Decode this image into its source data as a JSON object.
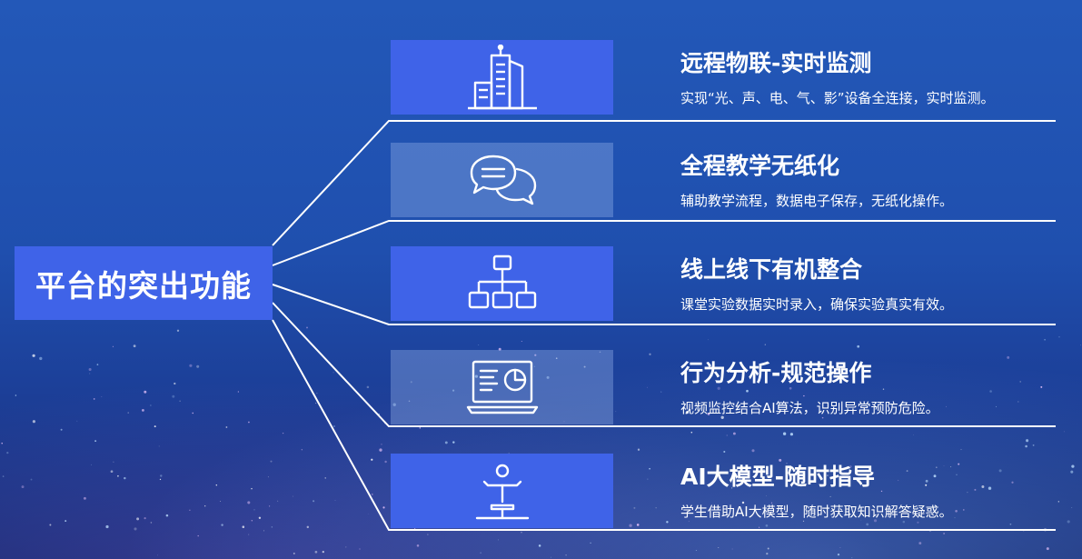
{
  "main_title": "平台的突出功能",
  "features": [
    {
      "title": "远程物联-实时监测",
      "desc": "实现“光、声、电、气、影”设备全连接，实时监测。",
      "icon": "building-icon",
      "style": "solid"
    },
    {
      "title": "全程教学无纸化",
      "desc": "辅助教学流程，数据电子保存，无纸化操作。",
      "icon": "chat-bubbles-icon",
      "style": "faded"
    },
    {
      "title": "线上线下有机整合",
      "desc": "课堂实验数据实时录入，确保实验真实有效。",
      "icon": "hierarchy-icon",
      "style": "solid"
    },
    {
      "title": "行为分析-规范操作",
      "desc": "视频监控结合AI算法，识别异常预防危险。",
      "icon": "laptop-chart-icon",
      "style": "faded"
    },
    {
      "title": "AI大模型-随时指导",
      "desc": "学生借助AI大模型，随时获取知识解答疑惑。",
      "icon": "robot-icon",
      "style": "solid"
    }
  ],
  "colors": {
    "accent": "#3f63e8",
    "line": "#ffffff"
  }
}
